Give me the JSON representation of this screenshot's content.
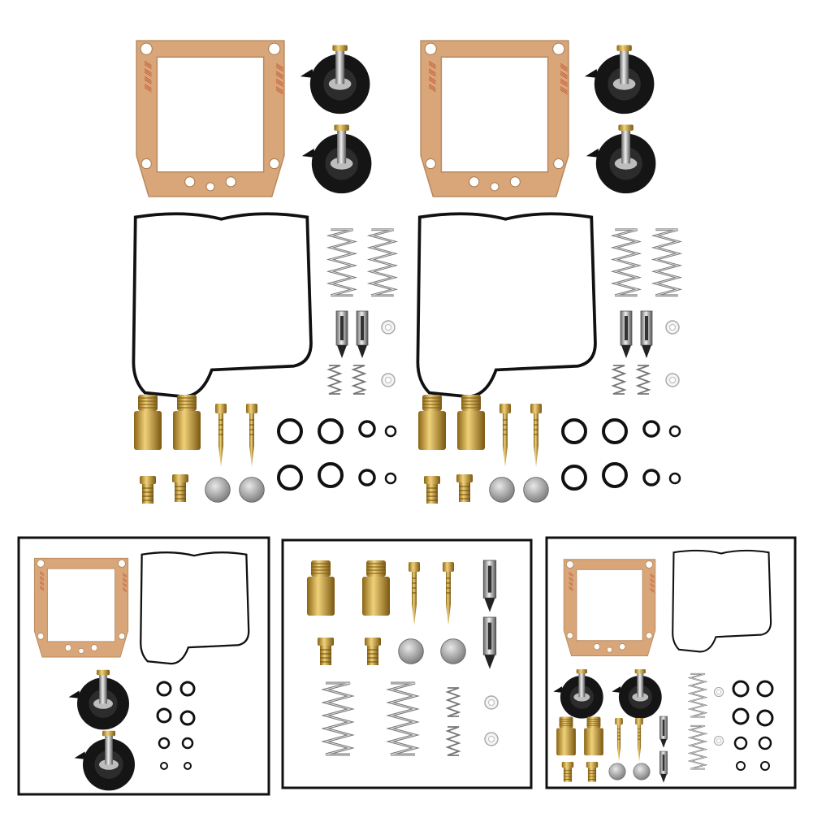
{
  "image": {
    "subject": "carburetor-rebuild-kit",
    "kits_in_main_view": 2,
    "detail_panels": 3
  },
  "colors": {
    "background": "#ffffff",
    "paper_gasket": "#d9a679",
    "paper_gasket_print": "#c4502c",
    "rubber": "#111111",
    "brass": "#c9a23a",
    "steel": "#a9a9a9",
    "panel_border": "#111111"
  }
}
